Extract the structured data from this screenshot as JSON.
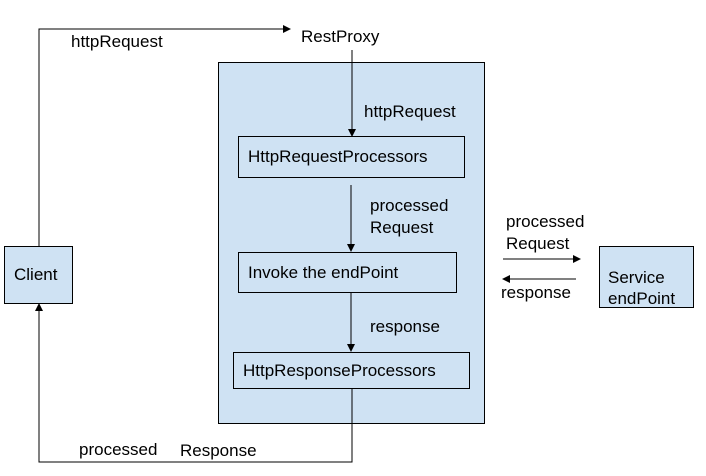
{
  "diagram": {
    "top_label": "RestProxy",
    "colors": {
      "box_fill": "#cfe2f3",
      "stroke": "#000000",
      "background": "#ffffff"
    },
    "nodes": {
      "client": "Client",
      "request_processors": "HttpRequestProcessors",
      "invoke_endpoint": "Invoke the endPoint",
      "response_processors": "HttpResponseProcessors",
      "service_endpoint_line1": "Service",
      "service_endpoint_line2": "endPoint"
    },
    "edge_labels": {
      "client_to_proxy": "httpRequest",
      "proxy_to_request_processors": "httpRequest",
      "processed_request_line1": "processed",
      "processed_request_line2": "Request",
      "response_internal": "response",
      "to_service_line1": "processed",
      "to_service_line2": "Request",
      "from_service": "response",
      "back_to_client_part1": "processed",
      "back_to_client_part2": "Response"
    }
  }
}
